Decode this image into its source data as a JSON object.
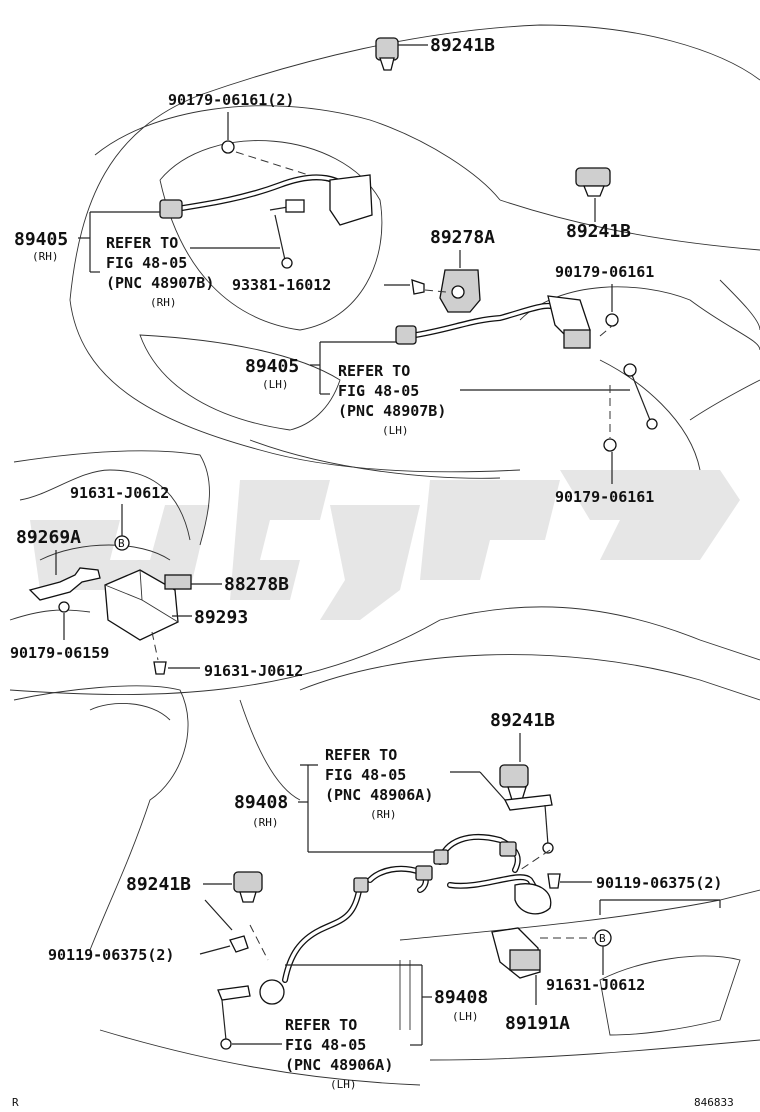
{
  "diagram_id": "846833",
  "corner_mark": "R",
  "watermark": "تویوتا",
  "labels": {
    "p89241b_top": "89241B",
    "p90179_06161_2": "90179-06161(2)",
    "p89405_rh": "89405",
    "rh": "(RH)",
    "lh": "(LH)",
    "refer_to": "REFER TO",
    "fig_48_05": "FIG 48-05",
    "pnc_48907b": "(PNC 48907B)",
    "pnc_48906a": "(PNC 48906A)",
    "p89278a": "89278A",
    "p89241b_mid": "89241B",
    "p90179_06161_a": "90179-06161",
    "p93381_16012": "93381-16012",
    "p89405_lh": "89405",
    "p90179_06161_b": "90179-06161",
    "p91631_j0612_a": "91631-J0612",
    "p89269a": "89269A",
    "p88278b": "88278B",
    "p89293": "89293",
    "p90179_06159": "90179-06159",
    "p91631_j0612_b": "91631-J0612",
    "p89241b_low": "89241B",
    "p89408_rh": "89408",
    "p89241b_left": "89241B",
    "p90119_06375_2_a": "90119-06375(2)",
    "p90119_06375_2_b": "90119-06375(2)",
    "p91631_j0612_c": "91631-J0612",
    "p89408_lh": "89408",
    "p89191a": "89191A",
    "circle_b": "B"
  }
}
